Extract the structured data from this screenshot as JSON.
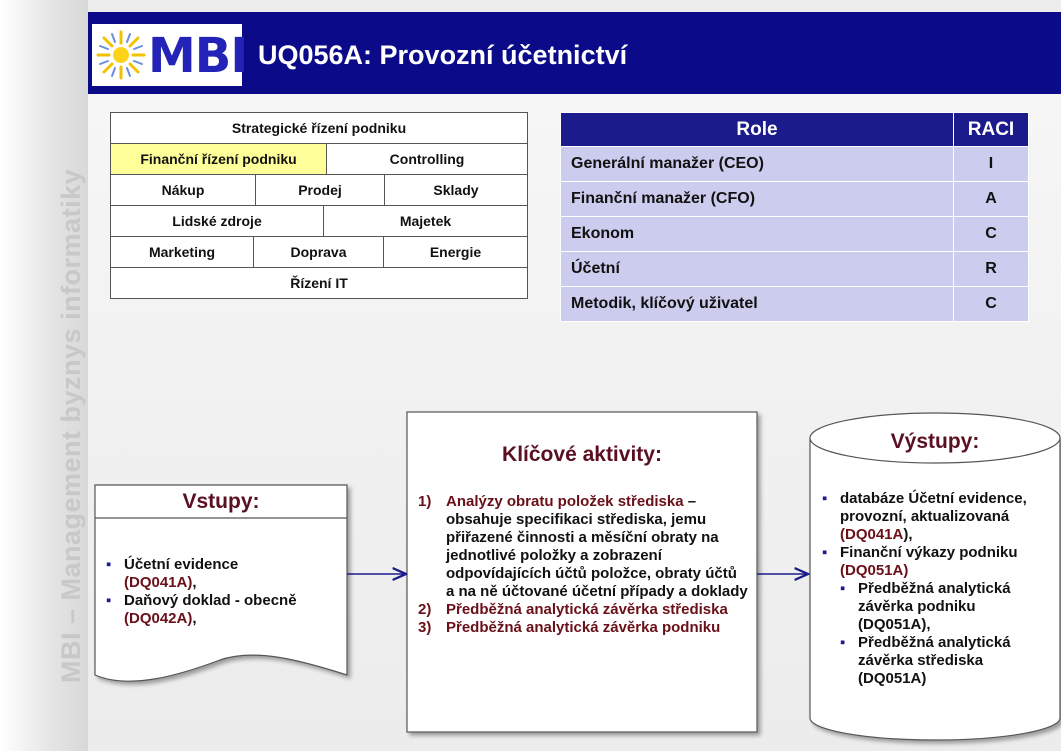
{
  "sidebar": {
    "vertical_text": "MBI – Management byznys informatiky"
  },
  "header": {
    "logo_text": "MBI",
    "title": "UQ056A: Provozní účetnictví"
  },
  "process_grid": {
    "rows": [
      [
        "Strategické řízení podniku"
      ],
      [
        "Finanční řízení podniku",
        "Controlling"
      ],
      [
        "Nákup",
        "Prodej",
        "Sklady"
      ],
      [
        "Lidské zdroje",
        "Majetek"
      ],
      [
        "Marketing",
        "Doprava",
        "Energie"
      ],
      [
        "Řízení IT"
      ]
    ],
    "highlighted": "Finanční řízení podniku"
  },
  "raci": {
    "headers": [
      "Role",
      "RACI"
    ],
    "rows": [
      {
        "role": "Generální manažer (CEO)",
        "raci": "I"
      },
      {
        "role": "Finanční manažer (CFO)",
        "raci": "A"
      },
      {
        "role": "Ekonom",
        "raci": "C"
      },
      {
        "role": "Účetní",
        "raci": "R"
      },
      {
        "role": "Metodik, klíčový uživatel",
        "raci": "C"
      }
    ]
  },
  "inputs": {
    "title": "Vstupy:",
    "items": [
      {
        "text": "Účetní evidence",
        "code": "(DQ041A)",
        "suffix": ","
      },
      {
        "text": "Daňový  doklad - obecně",
        "code": "(DQ042A)",
        "suffix": ","
      }
    ]
  },
  "activities": {
    "title": "Klíčové aktivity:",
    "items": [
      {
        "num": "1)",
        "head": "Analýzy  obratu položek střediska",
        "rest": " – obsahuje specifikaci střediska, jemu přiřazené činnosti a měsíční obraty na jednotlivé položky a zobrazení odpovídajících účtů položce, obraty účtů a na ně účtované účetní případy a doklady"
      },
      {
        "num": "2)",
        "head": "Předběžná analytická závěrka střediska",
        "rest": ""
      },
      {
        "num": "3)",
        "head": "Předběžná analytická závěrka podniku",
        "rest": ""
      }
    ]
  },
  "outputs": {
    "title": "Výstupy:",
    "item1": {
      "text": "databáze Účetní evidence, provozní, aktualizovaná",
      "code": "(DQ041A",
      "suffix": "),"
    },
    "item2": {
      "text": "Finanční výkazy podniku",
      "code": "(DQ051A)",
      "suffix": ""
    },
    "sub": [
      {
        "text": "Předběžná analytická závěrka podniku",
        "code": "(DQ051A)",
        "suffix": ","
      },
      {
        "text": "Předběžná analytická závěrka střediska",
        "code": "(DQ051A)",
        "suffix": ""
      }
    ]
  }
}
